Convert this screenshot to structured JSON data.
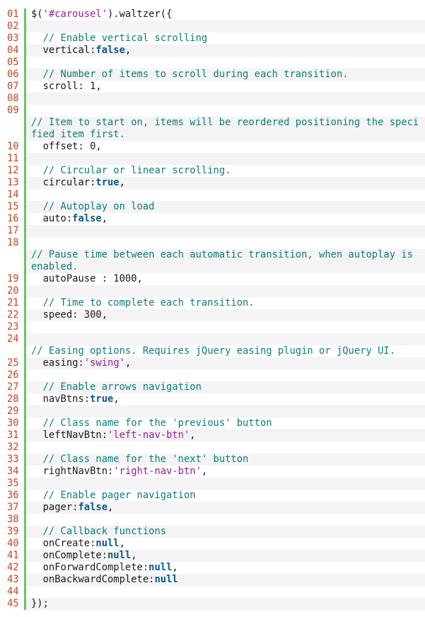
{
  "colors": {
    "line_number": "#c8451f",
    "gutter_border": "#6ac36a",
    "comment": "#0b7d7d",
    "keyword": "#0b5a8a",
    "string": "#9b1b9b",
    "text": "#1a1a1a",
    "alt_row_bg": "#f4f4f4"
  },
  "lines": [
    {
      "num": "01",
      "tokens": [
        [
          "plain",
          "$("
        ],
        [
          "str",
          "'#carousel'"
        ],
        [
          "plain",
          ").waltzer({"
        ]
      ]
    },
    {
      "num": "02",
      "tokens": []
    },
    {
      "num": "03",
      "tokens": [
        [
          "plain",
          "  "
        ],
        [
          "comment",
          "// Enable vertical scrolling"
        ]
      ]
    },
    {
      "num": "04",
      "tokens": [
        [
          "plain",
          "  vertical:"
        ],
        [
          "kw",
          "false"
        ],
        [
          "plain",
          ","
        ]
      ]
    },
    {
      "num": "05",
      "tokens": []
    },
    {
      "num": "06",
      "tokens": [
        [
          "plain",
          "  "
        ],
        [
          "comment",
          "// Number of items to scroll during each transition."
        ]
      ]
    },
    {
      "num": "07",
      "tokens": [
        [
          "plain",
          "  scroll: 1,"
        ]
      ]
    },
    {
      "num": "08",
      "tokens": []
    },
    {
      "num": "09",
      "tokens": []
    },
    {
      "num": "",
      "tokens": [
        [
          "comment",
          "// Item to start on, items will be reordered positioning the specified item first."
        ]
      ]
    },
    {
      "num": "10",
      "tokens": [
        [
          "plain",
          "  offset: 0,"
        ]
      ]
    },
    {
      "num": "11",
      "tokens": []
    },
    {
      "num": "12",
      "tokens": [
        [
          "plain",
          "  "
        ],
        [
          "comment",
          "// Circular or linear scrolling."
        ]
      ]
    },
    {
      "num": "13",
      "tokens": [
        [
          "plain",
          "  circular:"
        ],
        [
          "kw",
          "true"
        ],
        [
          "plain",
          ","
        ]
      ]
    },
    {
      "num": "14",
      "tokens": []
    },
    {
      "num": "15",
      "tokens": [
        [
          "plain",
          "  "
        ],
        [
          "comment",
          "// Autoplay on load"
        ]
      ]
    },
    {
      "num": "16",
      "tokens": [
        [
          "plain",
          "  auto:"
        ],
        [
          "kw",
          "false"
        ],
        [
          "plain",
          ","
        ]
      ]
    },
    {
      "num": "17",
      "tokens": []
    },
    {
      "num": "18",
      "tokens": []
    },
    {
      "num": "",
      "tokens": [
        [
          "comment",
          "// Pause time between each automatic transition, when autoplay is enabled."
        ]
      ]
    },
    {
      "num": "19",
      "tokens": [
        [
          "plain",
          "  autoPause : 1000,"
        ]
      ]
    },
    {
      "num": "20",
      "tokens": []
    },
    {
      "num": "21",
      "tokens": [
        [
          "plain",
          "  "
        ],
        [
          "comment",
          "// Time to complete each transition."
        ]
      ]
    },
    {
      "num": "22",
      "tokens": [
        [
          "plain",
          "  speed: 300,"
        ]
      ]
    },
    {
      "num": "23",
      "tokens": []
    },
    {
      "num": "24",
      "tokens": []
    },
    {
      "num": "",
      "tokens": [
        [
          "comment",
          "// Easing options. Requires jQuery easing plugin or jQuery UI."
        ]
      ]
    },
    {
      "num": "25",
      "tokens": [
        [
          "plain",
          "  easing:"
        ],
        [
          "str",
          "'swing'"
        ],
        [
          "plain",
          ","
        ]
      ]
    },
    {
      "num": "26",
      "tokens": []
    },
    {
      "num": "27",
      "tokens": [
        [
          "plain",
          "  "
        ],
        [
          "comment",
          "// Enable arrows navigation"
        ]
      ]
    },
    {
      "num": "28",
      "tokens": [
        [
          "plain",
          "  navBtns:"
        ],
        [
          "kw",
          "true"
        ],
        [
          "plain",
          ","
        ]
      ]
    },
    {
      "num": "29",
      "tokens": []
    },
    {
      "num": "30",
      "tokens": [
        [
          "plain",
          "  "
        ],
        [
          "comment",
          "// Class name for the 'previous' button"
        ]
      ]
    },
    {
      "num": "31",
      "tokens": [
        [
          "plain",
          "  leftNavBtn:"
        ],
        [
          "str",
          "'left-nav-btn'"
        ],
        [
          "plain",
          ","
        ]
      ]
    },
    {
      "num": "32",
      "tokens": []
    },
    {
      "num": "33",
      "tokens": [
        [
          "plain",
          "  "
        ],
        [
          "comment",
          "// Class name for the 'next' button"
        ]
      ]
    },
    {
      "num": "34",
      "tokens": [
        [
          "plain",
          "  rightNavBtn:"
        ],
        [
          "str",
          "'right-nav-btn'"
        ],
        [
          "plain",
          ","
        ]
      ]
    },
    {
      "num": "35",
      "tokens": []
    },
    {
      "num": "36",
      "tokens": [
        [
          "plain",
          "  "
        ],
        [
          "comment",
          "// Enable pager navigation"
        ]
      ]
    },
    {
      "num": "37",
      "tokens": [
        [
          "plain",
          "  pager:"
        ],
        [
          "kw",
          "false"
        ],
        [
          "plain",
          ","
        ]
      ]
    },
    {
      "num": "38",
      "tokens": []
    },
    {
      "num": "39",
      "tokens": [
        [
          "plain",
          "  "
        ],
        [
          "comment",
          "// Callback functions"
        ]
      ]
    },
    {
      "num": "40",
      "tokens": [
        [
          "plain",
          "  onCreate:"
        ],
        [
          "kw",
          "null"
        ],
        [
          "plain",
          ","
        ]
      ]
    },
    {
      "num": "41",
      "tokens": [
        [
          "plain",
          "  onComplete:"
        ],
        [
          "kw",
          "null"
        ],
        [
          "plain",
          ","
        ]
      ]
    },
    {
      "num": "42",
      "tokens": [
        [
          "plain",
          "  onForwardComplete:"
        ],
        [
          "kw",
          "null"
        ],
        [
          "plain",
          ","
        ]
      ]
    },
    {
      "num": "43",
      "tokens": [
        [
          "plain",
          "  onBackwardComplete:"
        ],
        [
          "kw",
          "null"
        ]
      ]
    },
    {
      "num": "44",
      "tokens": []
    },
    {
      "num": "45",
      "tokens": [
        [
          "plain",
          "});"
        ]
      ]
    }
  ]
}
